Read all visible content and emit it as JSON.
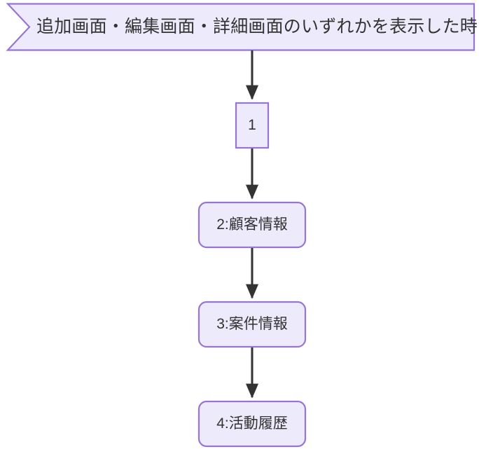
{
  "diagram": {
    "type": "flowchart",
    "direction": "top-to-bottom",
    "background_color": "#ffffff",
    "node_fill_color": "#ECEAFB",
    "node_border_color": "#9874D3",
    "node_text_color": "#333333",
    "edge_color": "#333333",
    "banner": {
      "id": "banner",
      "shape": "chevron-banner",
      "label": "追加画面・編集画面・詳細画面のいずれかを表示した時"
    },
    "nodes": [
      {
        "id": "node-1",
        "shape": "rectangle",
        "label": "1"
      },
      {
        "id": "node-2",
        "shape": "rounded-rectangle",
        "label": "2:顧客情報"
      },
      {
        "id": "node-3",
        "shape": "rounded-rectangle",
        "label": "3:案件情報"
      },
      {
        "id": "node-4",
        "shape": "rounded-rectangle",
        "label": "4:活動履歴"
      }
    ],
    "edges": [
      {
        "from": "banner",
        "to": "node-1",
        "arrow": "filled-triangle",
        "label": ""
      },
      {
        "from": "node-1",
        "to": "node-2",
        "arrow": "filled-triangle",
        "label": ""
      },
      {
        "from": "node-2",
        "to": "node-3",
        "arrow": "filled-triangle",
        "label": ""
      },
      {
        "from": "node-3",
        "to": "node-4",
        "arrow": "filled-triangle",
        "label": ""
      }
    ]
  }
}
